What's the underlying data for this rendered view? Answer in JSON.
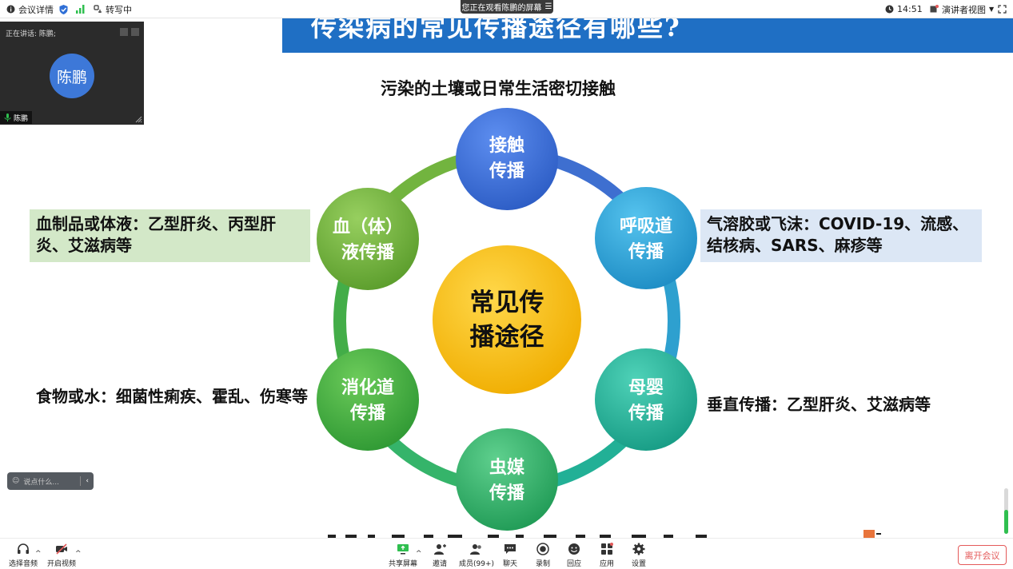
{
  "topbar": {
    "meeting_details": "会议详情",
    "transcribing": "转写中",
    "time": "14:51",
    "presenter_view": "演讲者视图",
    "share_banner": "您正在观看陈鹏的屏幕"
  },
  "video_tile": {
    "speaking_label": "正在讲话:",
    "speaking_name": "陈鹏;",
    "avatar_text": "陈鹏",
    "name_tag": "陈鹏"
  },
  "slide": {
    "title": "传染病的常见传播途径有哪些?",
    "top_caption": "污染的土壤或日常生活密切接触",
    "center": [
      "常见传",
      "播途径"
    ],
    "nodes": {
      "contact": [
        "接触",
        "传播"
      ],
      "respiratory": [
        "呼吸道",
        "传播"
      ],
      "mother_infant": [
        "母婴",
        "传播"
      ],
      "vector": [
        "虫媒",
        "传播"
      ],
      "digestive": [
        "消化道",
        "传播"
      ],
      "blood": [
        "血（体）",
        "液传播"
      ]
    },
    "annotations": {
      "blood": "血制品或体液：乙型肝炎、丙型肝炎、艾滋病等",
      "respiratory": "气溶胶或飞沫：COVID-19、流感、结核病、SARS、麻疹等",
      "food": "食物或水：细菌性痢疾、霍乱、伤寒等",
      "vertical": "垂直传播：乙型肝炎、艾滋病等"
    }
  },
  "chat": {
    "placeholder": "说点什么..."
  },
  "toolbar": {
    "audio": "选择音频",
    "video": "开启视频",
    "share": "共享屏幕",
    "invite": "邀请",
    "members": "成员(99+)",
    "chat": "聊天",
    "record": "录制",
    "reaction": "回应",
    "apps": "应用",
    "settings": "设置",
    "leave": "离开会议"
  },
  "colors": {
    "title_bar": "#1f6fc4",
    "contact": "#3a6fd4",
    "respiratory": "#2fa3d6",
    "mother_infant": "#23b39a",
    "vector": "#35b46a",
    "digestive": "#3fae46",
    "blood": "#6fb33d",
    "center": "#f2b705",
    "leave": "#e45a5a"
  }
}
